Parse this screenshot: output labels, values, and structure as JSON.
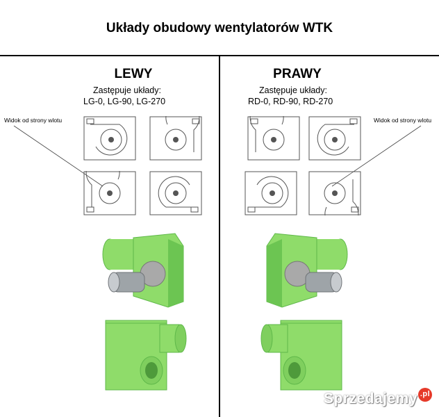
{
  "header": {
    "title": "Układy obudowy wentylatorów WTK"
  },
  "left": {
    "title": "LEWY",
    "replaces_label": "Zastępuje układy:",
    "codes": "LG-0, LG-90, LG-270",
    "view_label": "Widok od strony wlotu"
  },
  "right": {
    "title": "PRAWY",
    "replaces_label": "Zastępuje układy:",
    "codes": "RD-0, RD-90, RD-270",
    "view_label": "Widok od strony wlotu"
  },
  "watermark": {
    "text": "Sprzedajemy",
    "badge": ".pl"
  },
  "colors": {
    "fan_green": "#8fdc6a",
    "fan_green_dark": "#5fb84a",
    "line": "#555555"
  }
}
